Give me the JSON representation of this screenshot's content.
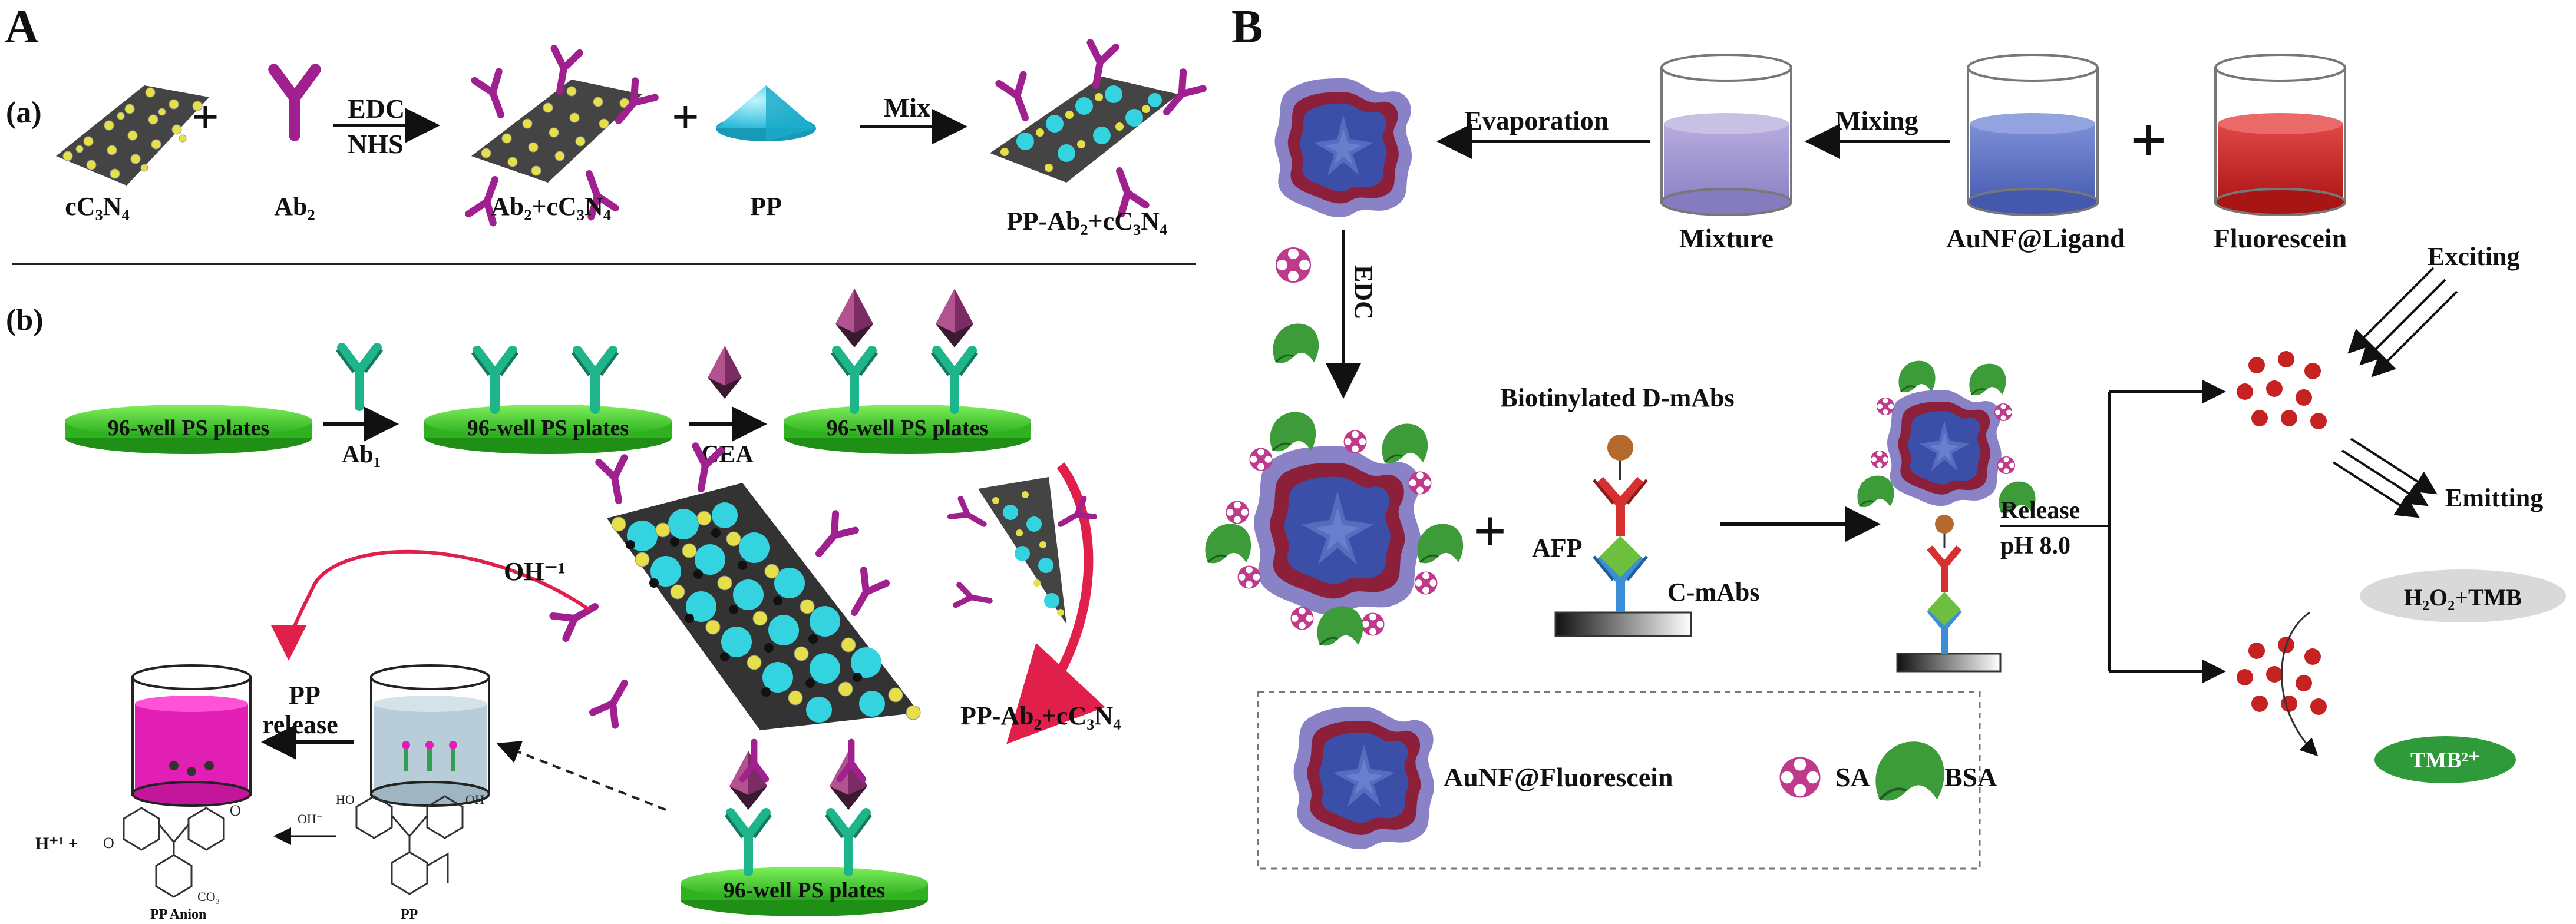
{
  "panel_a": {
    "letter": "A",
    "row_a": {
      "tag": "(a)",
      "cc3n4": "cC₃N₄",
      "plus1": "+",
      "ab2": "Ab₂",
      "edc": "EDC",
      "nhs": "NHS",
      "ab2_cc3n4": "Ab₂+cC₃N₄",
      "plus2": "+",
      "pp": "PP",
      "mix": "Mix",
      "pp_ab2_cc3n4": "PP-Ab₂+cC₃N₄"
    },
    "row_b": {
      "tag": "(b)",
      "plate1": "96-well PS plates",
      "ab1": "Ab₁",
      "plate2": "96-well PS plates",
      "cea": "CEA",
      "plate3": "96-well PS plates",
      "oh": "OH⁻¹",
      "pp_release_1": "PP",
      "pp_release_2": "release",
      "complex_label": "PP-Ab₂+cC₃N₄",
      "plate4": "96-well PS plates",
      "h_plus": "H⁺¹  +",
      "oh_small": "OH⁻",
      "pp_anion": "PP  Anion",
      "pp_small": "PP"
    }
  },
  "panel_b": {
    "letter": "B",
    "evaporation": "Evaporation",
    "mixing": "Mixing",
    "mixture": "Mixture",
    "aunf_ligand": "AuNF@Ligand",
    "plus_top": "+",
    "fluorescein": "Fluorescein",
    "edc": "EDC",
    "biotinylated": "Biotinylated D-mAbs",
    "plus_mid": "+",
    "afp": "AFP",
    "c_mabs": "C-mAbs",
    "release": "Release",
    "ph": "pH 8.0",
    "exciting": "Exciting",
    "emitting": "Emitting",
    "h2o2_tmb": "H₂O₂+TMB",
    "tmb2": "TMB²⁺",
    "legend": {
      "aunf_fluorescein": "AuNF@Fluorescein",
      "sa": "SA",
      "bsa": "BSA"
    }
  }
}
